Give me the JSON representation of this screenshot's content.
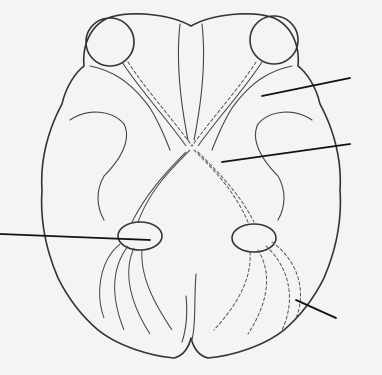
{
  "diagram": {
    "labels": [],
    "leader_lines": [
      "optic-nerve",
      "optic-chiasm",
      "lateral-geniculate-nucleus",
      "optic-radiation"
    ],
    "colors": {
      "background": "#f4f4f2",
      "ink": "#333333"
    }
  }
}
